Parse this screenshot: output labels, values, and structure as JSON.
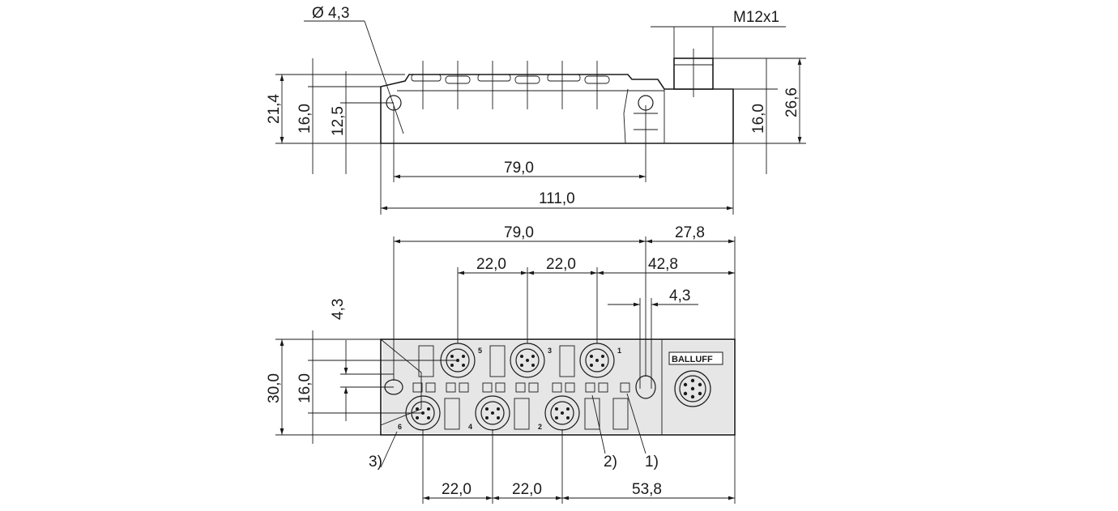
{
  "side_view": {
    "hole_diameter": "4,3",
    "thread": "M12x1",
    "height_overall": "21,4",
    "height_body": "16,0",
    "height_hole": "12,5",
    "height_right_body": "16,0",
    "height_connector": "26,6",
    "hole_spacing": "79,0",
    "length_overall": "111,0"
  },
  "top_view": {
    "hole_spacing": "79,0",
    "offset_right": "27,8",
    "port_pitch_top_1": "22,0",
    "port_pitch_top_2": "22,0",
    "offset_hole_right": "42,8",
    "hole_width": "4,3",
    "offset_top": "4,3",
    "width_overall": "30,0",
    "width_inner": "16,0",
    "port_pitch_bottom_1": "22,0",
    "port_pitch_bottom_2": "22,0",
    "offset_bottom_right": "53,8",
    "brand": "BALLUFF",
    "port_numbers": [
      "5",
      "3",
      "1",
      "6",
      "4",
      "2"
    ],
    "callouts": [
      "3)",
      "2)",
      "1)"
    ]
  }
}
